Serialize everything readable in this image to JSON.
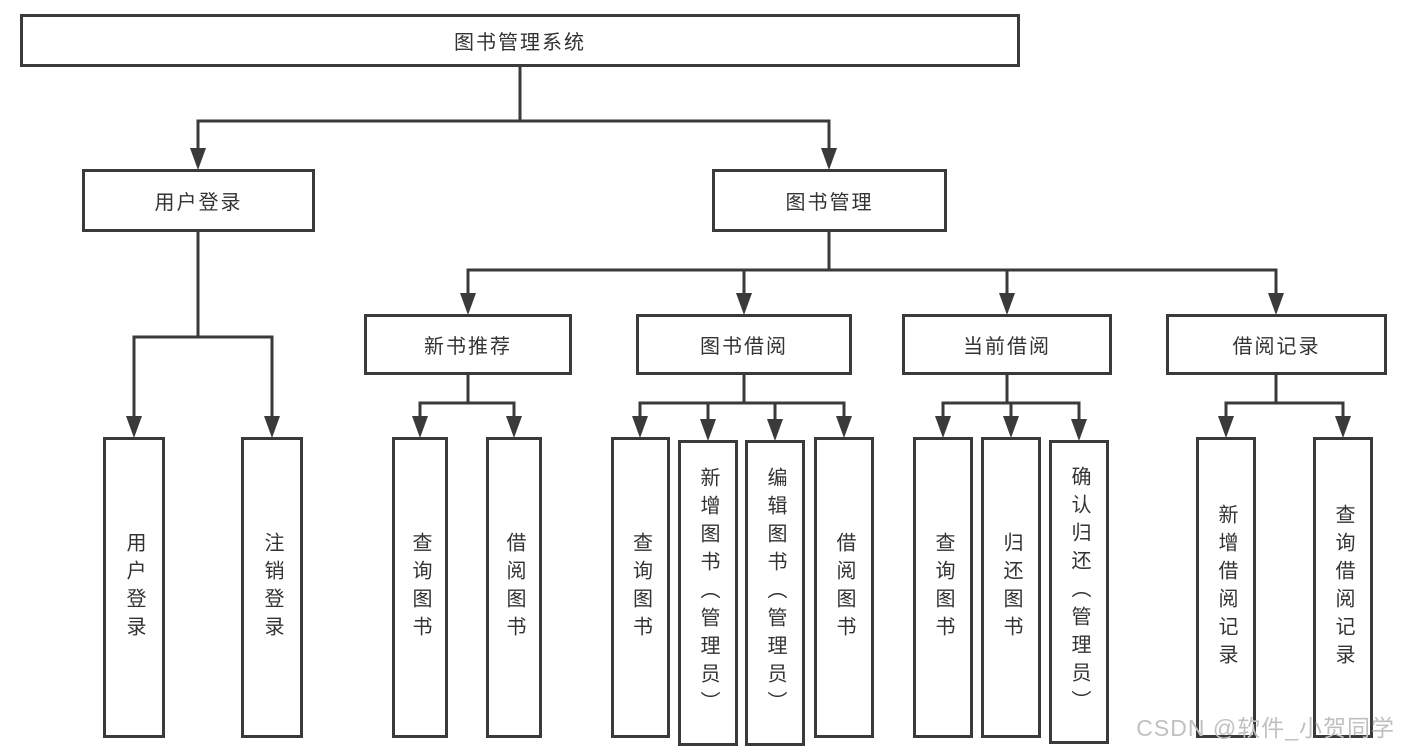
{
  "diagram": {
    "type": "tree",
    "root": {
      "label": "图书管理系统",
      "children": [
        {
          "label": "用户登录",
          "children": [
            {
              "label": "用户登录"
            },
            {
              "label": "注销登录"
            }
          ]
        },
        {
          "label": "图书管理",
          "children": [
            {
              "label": "新书推荐",
              "children": [
                {
                  "label": "查询图书"
                },
                {
                  "label": "借阅图书"
                }
              ]
            },
            {
              "label": "图书借阅",
              "children": [
                {
                  "label": "查询图书"
                },
                {
                  "label": "新增图书（管理员）"
                },
                {
                  "label": "编辑图书（管理员）"
                },
                {
                  "label": "借阅图书"
                }
              ]
            },
            {
              "label": "当前借阅",
              "children": [
                {
                  "label": "查询图书"
                },
                {
                  "label": "归还图书"
                },
                {
                  "label": "确认归还（管理员）"
                }
              ]
            },
            {
              "label": "借阅记录",
              "children": [
                {
                  "label": "新增借阅记录"
                },
                {
                  "label": "查询借阅记录"
                }
              ]
            }
          ]
        }
      ]
    },
    "watermark": "CSDN @软件_小贺同学",
    "colors": {
      "line": "#3a3a3a",
      "text": "#333333",
      "background": "#ffffff",
      "watermark": "#c0c0c0"
    }
  }
}
